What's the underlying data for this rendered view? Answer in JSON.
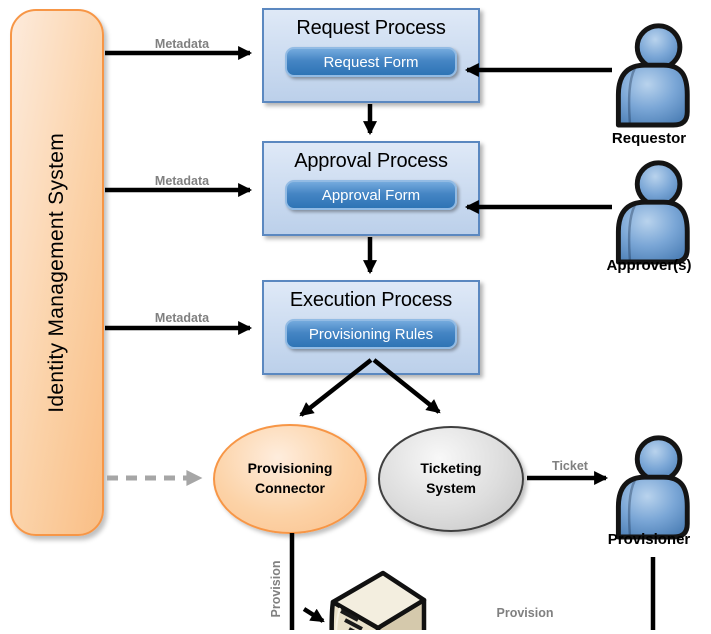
{
  "diagram": {
    "system": {
      "label": "Identity Management System"
    },
    "processes": [
      {
        "title": "Request Process",
        "button": "Request Form"
      },
      {
        "title": "Approval Process",
        "button": "Approval Form"
      },
      {
        "title": "Execution Process",
        "button": "Provisioning Rules"
      }
    ],
    "actors": [
      {
        "label": "Requestor"
      },
      {
        "label": "Approver(s)"
      },
      {
        "label": "Provisioner"
      }
    ],
    "nodes": {
      "provisioning_connector": {
        "line1": "Provisioning",
        "line2": "Connector"
      },
      "ticketing_system": {
        "line1": "Ticketing",
        "line2": "System"
      }
    },
    "edge_labels": {
      "metadata_request": "Metadata",
      "metadata_approval": "Metadata",
      "metadata_execution": "Metadata",
      "ticket": "Ticket",
      "provision_connector": "Provision",
      "provision_manual": "Provision"
    },
    "icons": {
      "requestor": "person-icon",
      "approver": "person-icon",
      "provisioner": "person-icon",
      "target": "server-icon"
    },
    "colors": {
      "system_fill": "#FBC890",
      "system_border": "#F79646",
      "process_fill": "#CBDBF0",
      "process_border": "#5B88C0",
      "button_fill": "#2E74B5",
      "button_border": "#92BBE4",
      "connector_fill": "#FBC48F",
      "connector_border": "#F79646",
      "ticketing_fill": "#CFCFCF",
      "ticketing_border": "#3F3F3F",
      "arrow": "#000000",
      "dashed_arrow": "#A6A6A6",
      "edge_label_text": "#808080",
      "person_fill": "#6B9BD2"
    }
  }
}
